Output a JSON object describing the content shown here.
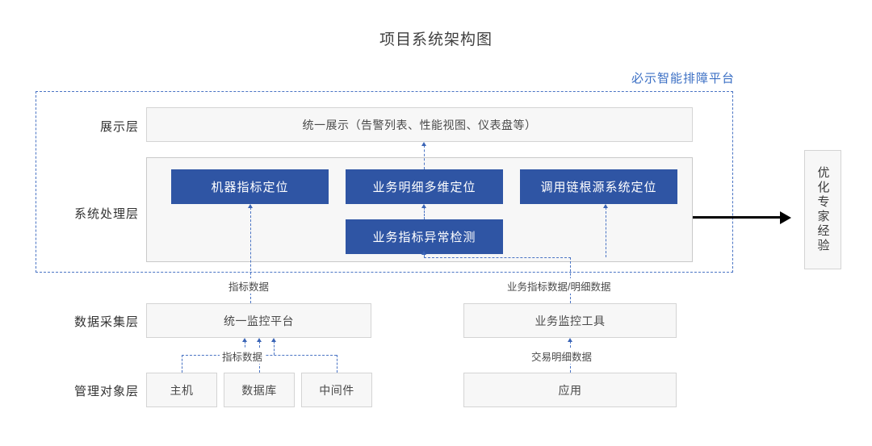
{
  "title": "项目系统架构图",
  "platform": {
    "label": "必示智能排障平台"
  },
  "layers": [
    {
      "key": "presentation",
      "label": "展示层"
    },
    {
      "key": "processing",
      "label": "系统处理层"
    },
    {
      "key": "collection",
      "label": "数据采集层"
    },
    {
      "key": "managed",
      "label": "管理对象层"
    }
  ],
  "presentation": {
    "box": "统一展示（告警列表、性能视图、仪表盘等）"
  },
  "processing": {
    "modules": [
      {
        "label": "机器指标定位"
      },
      {
        "label": "业务明细多维定位"
      },
      {
        "label": "调用链根源系统定位"
      },
      {
        "label": "业务指标异常检测"
      }
    ]
  },
  "collection": {
    "boxes": [
      {
        "label": "统一监控平台"
      },
      {
        "label": "业务监控工具"
      }
    ]
  },
  "managed": {
    "boxes": [
      {
        "label": "主机"
      },
      {
        "label": "数据库"
      },
      {
        "label": "中间件"
      },
      {
        "label": "应用"
      }
    ]
  },
  "connectors": [
    {
      "key": "metric_data_upper",
      "label": "指标数据"
    },
    {
      "key": "biz_metric_detail",
      "label": "业务指标数据/明细数据"
    },
    {
      "key": "metric_data_lower",
      "label": "指标数据"
    },
    {
      "key": "txn_detail",
      "label": "交易明细数据"
    }
  ],
  "output": {
    "label": "优化专家经验"
  },
  "colors": {
    "accent_blue": "#2f55a4",
    "dash_blue": "#4a74c4",
    "platform_label": "#3b6fc4",
    "panel_grey": "#f7f7f7",
    "border_grey": "#d4d4d4"
  }
}
